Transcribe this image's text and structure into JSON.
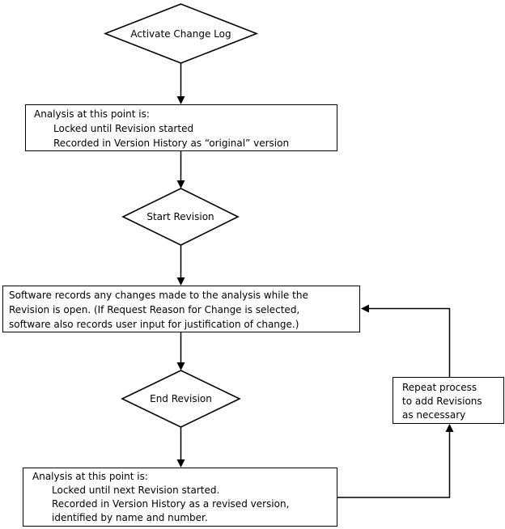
{
  "colors": {
    "background": "#ffffff",
    "line": "#000000",
    "text": "#000000"
  },
  "nodes": {
    "activate_change_log": {
      "type": "decision",
      "label": "Activate Change Log"
    },
    "analysis_original": {
      "type": "process",
      "lines": [
        "Analysis at this point is:",
        "Locked until Revision started",
        "Recorded in Version History as “original” version"
      ]
    },
    "start_revision": {
      "type": "decision",
      "label": "Start Revision"
    },
    "software_records": {
      "type": "process",
      "lines": [
        "Software records any changes made to the analysis while the",
        "Revision is open. (If Request Reason for Change is selected,",
        "software also records user input for justification of change.)"
      ]
    },
    "end_revision": {
      "type": "decision",
      "label": "End Revision"
    },
    "analysis_revised": {
      "type": "process",
      "lines": [
        "Analysis at this point is:",
        "Locked until next Revision started.",
        "Recorded in Version History as a revised version,",
        "identified by name and number."
      ]
    },
    "repeat_process": {
      "type": "process",
      "lines": [
        "Repeat process",
        "to add Revisions",
        "as necessary"
      ]
    }
  }
}
